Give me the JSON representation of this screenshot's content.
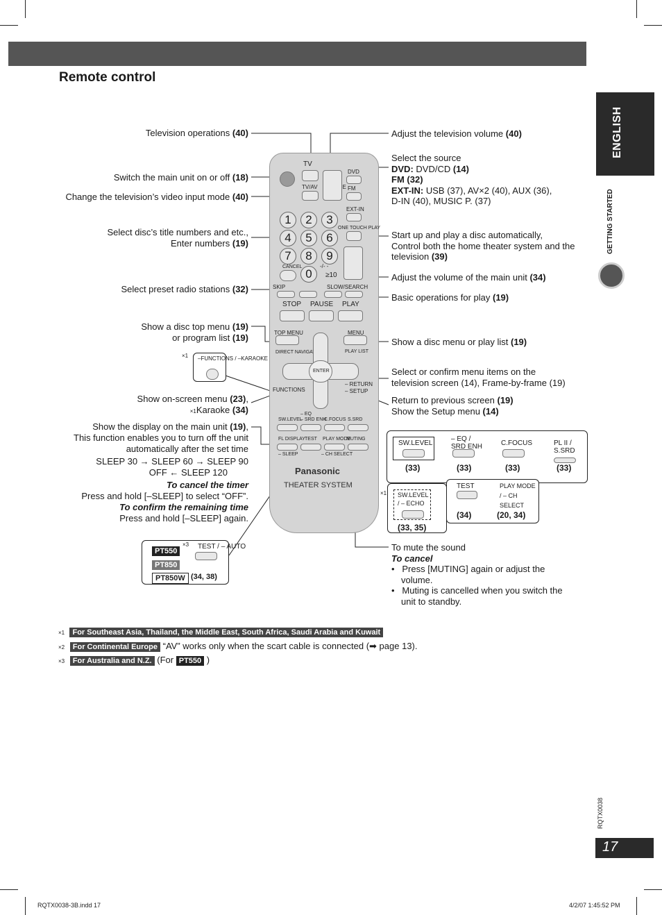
{
  "section_title": "Remote control",
  "language_tab": "ENGLISH",
  "section_tab": "GETTING STARTED",
  "page_number": "17",
  "doc_code": "RQTX0038",
  "left_labels": {
    "tv_ops": "Television operations",
    "tv_ops_ref": "(40)",
    "power": "Switch the main unit on or off",
    "power_ref": "(18)",
    "tv_input": "Change the television’s video input mode",
    "tv_input_ref": "(40)",
    "numbers_1": "Select disc’s title numbers and etc.,",
    "numbers_2": "Enter numbers",
    "numbers_ref": "(19)",
    "preset": "Select preset radio stations",
    "preset_ref": "(32)",
    "top_menu_1": "Show a disc top menu",
    "top_menu_ref1": "(19)",
    "top_menu_2": "or program list",
    "top_menu_ref2": "(19)",
    "onscreen_1": "Show on-screen menu",
    "onscreen_ref1": "(23)",
    "onscreen_2": "Karaoke",
    "onscreen_ref2": "(34)",
    "display_1": "Show the display on the main unit",
    "display_ref": "(19)",
    "display_2": "This function enables you to turn off the unit",
    "display_3": "automatically after the set time",
    "sleep_seq": "SLEEP 30 → SLEEP 60 → SLEEP 90",
    "sleep_back": "OFF ← SLEEP 120",
    "cancel_timer_title": "To cancel the timer",
    "cancel_timer_text": "Press and hold [–SLEEP] to select “OFF”.",
    "confirm_title": "To confirm the remaining time",
    "confirm_text": "Press and hold [–SLEEP] again."
  },
  "right_labels": {
    "tv_volume": "Adjust the television volume",
    "tv_volume_ref": "(40)",
    "source_title": "Select the source",
    "source_dvd": "DVD:",
    "source_dvd_val": "DVD/CD",
    "source_dvd_ref": "(14)",
    "source_fm": "FM",
    "source_fm_ref": "(32)",
    "source_extin": "EXT-IN:",
    "source_extin_val": "USB (37), AV×2 (40), AUX (36),",
    "source_extin_val2": "D-IN (40), MUSIC P. (37)",
    "one_touch_1": "Start up and play a disc automatically,",
    "one_touch_2": "Control both the home theater system and the",
    "one_touch_3": "television",
    "one_touch_ref": "(39)",
    "volume": "Adjust the volume of the main unit",
    "volume_ref": "(34)",
    "basic": "Basic operations for play",
    "basic_ref": "(19)",
    "menu": "Show a disc menu or play list",
    "menu_ref": "(19)",
    "select_1": "Select or confirm menu items on the",
    "select_2": "television screen (14), Frame-by-frame (19)",
    "return_1": "Return to previous screen",
    "return_ref1": "(19)",
    "return_2": "Show the Setup menu",
    "return_ref2": "(14)",
    "muting_1": "To mute the sound",
    "muting_title": "To cancel",
    "muting_b1": "Press [MUTING] again or adjust the volume.",
    "muting_b2": "Muting is cancelled when you switch the unit to standby."
  },
  "inset": {
    "items": [
      {
        "label": "SW.LEVEL",
        "ref": "(33)"
      },
      {
        "label": "– EQ / SRD ENH",
        "ref": "(33)"
      },
      {
        "label": "C.FOCUS",
        "ref": "(33)"
      },
      {
        "label": "PL II / S.SRD",
        "ref": "(33)"
      },
      {
        "label": "TEST",
        "ref": "(34)"
      },
      {
        "label": "PLAY MODE / – CH SELECT",
        "ref": "(20, 34)"
      },
      {
        "label": "SW.LEVEL / – ECHO",
        "ref": "(33, 35)"
      }
    ],
    "functions_label": "–FUNCTIONS / –KARAOKE",
    "test_models": [
      "PT550",
      "PT850",
      "PT850W"
    ],
    "test_label": "TEST / – AUTO",
    "test_ref": "(34, 38)"
  },
  "remote": {
    "brand": "Panasonic",
    "model": "THEATER SYSTEM",
    "keys": [
      "TV",
      "VOLUME",
      "TV/AV",
      "DVD",
      "FM",
      "EXT-IN",
      "ONE TOUCH PLAY",
      "CANCEL",
      "SKIP",
      "SLOW/SEARCH",
      "STOP",
      "PAUSE",
      "PLAY",
      "TOP MENU",
      "MENU",
      "DIRECT NAVIGATOR",
      "PLAY LIST",
      "ENTER",
      "FUNCTIONS",
      "– RETURN",
      "– SETUP",
      "SW.LEVEL",
      "– SRD ENH",
      "C.FOCUS",
      "S.SRD",
      "FL DISPLAY",
      "– SLEEP",
      "TEST",
      "PLAY MODE",
      "– CH SELECT",
      "MUTING",
      "– EQ",
      "-/- -",
      "≥10"
    ],
    "digits": [
      "1",
      "2",
      "3",
      "4",
      "5",
      "6",
      "7",
      "8",
      "9",
      "0"
    ]
  },
  "footnotes": [
    {
      "mark": "×1",
      "badge": "For Southeast Asia, Thailand, the Middle East, South Africa, Saudi Arabia and Kuwait",
      "text": ""
    },
    {
      "mark": "×2",
      "badge": "For Continental Europe",
      "text": "“AV” works only when the scart cable is connected (➡ page 13)."
    },
    {
      "mark": "×3",
      "badge": "For Australia and N.Z.",
      "text": "(For",
      "badge2": "PT550",
      "text2": ")"
    }
  ],
  "print_footer": {
    "left": "RQTX0038-3B.indd   17",
    "right": "4/2/07   1:45:52 PM"
  }
}
